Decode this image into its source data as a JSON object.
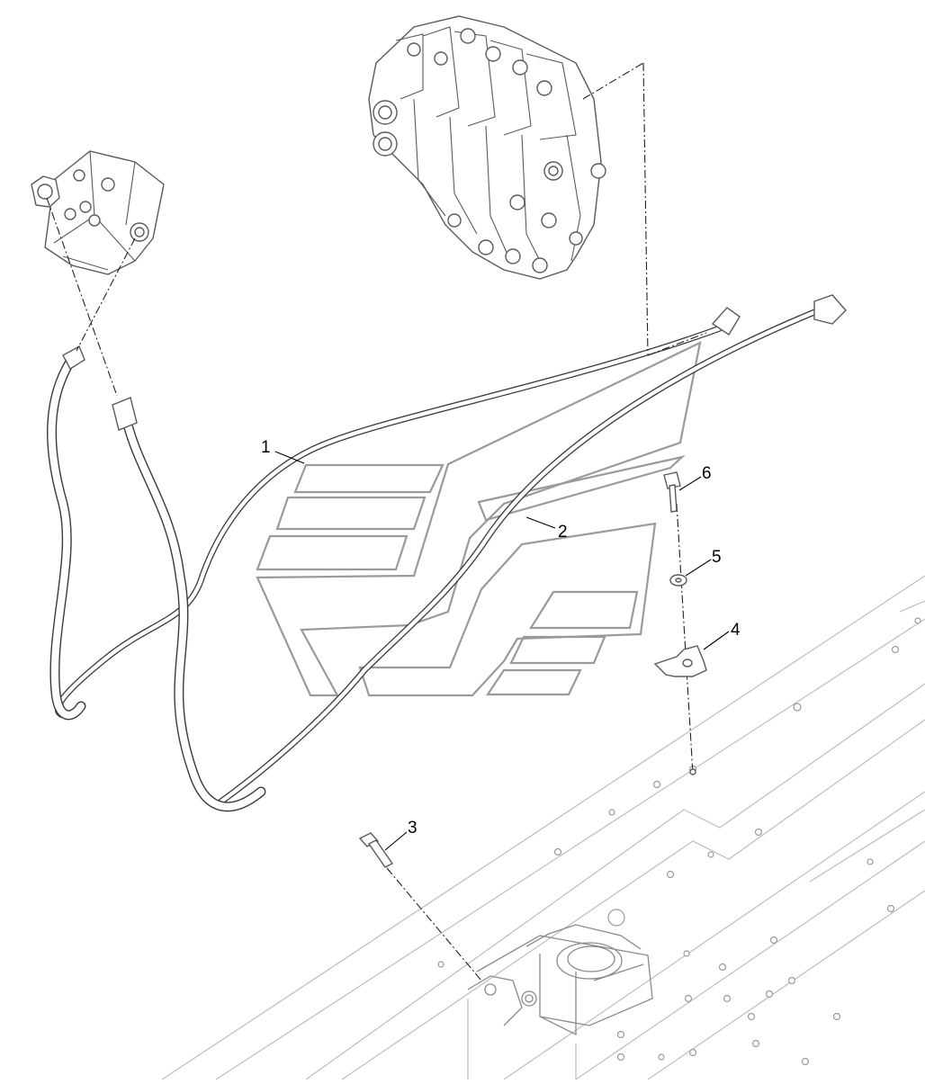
{
  "callouts": {
    "c1": "1",
    "c2": "2",
    "c3": "3",
    "c4": "4",
    "c5": "5",
    "c6": "6"
  },
  "colors": {
    "line": "#3a3a3a",
    "watermark": "#9a9a9a",
    "frame": "#bdbdbd",
    "background": "#ffffff"
  },
  "icons": {
    "watermark": "stylized-stripes-logo-watermark"
  }
}
